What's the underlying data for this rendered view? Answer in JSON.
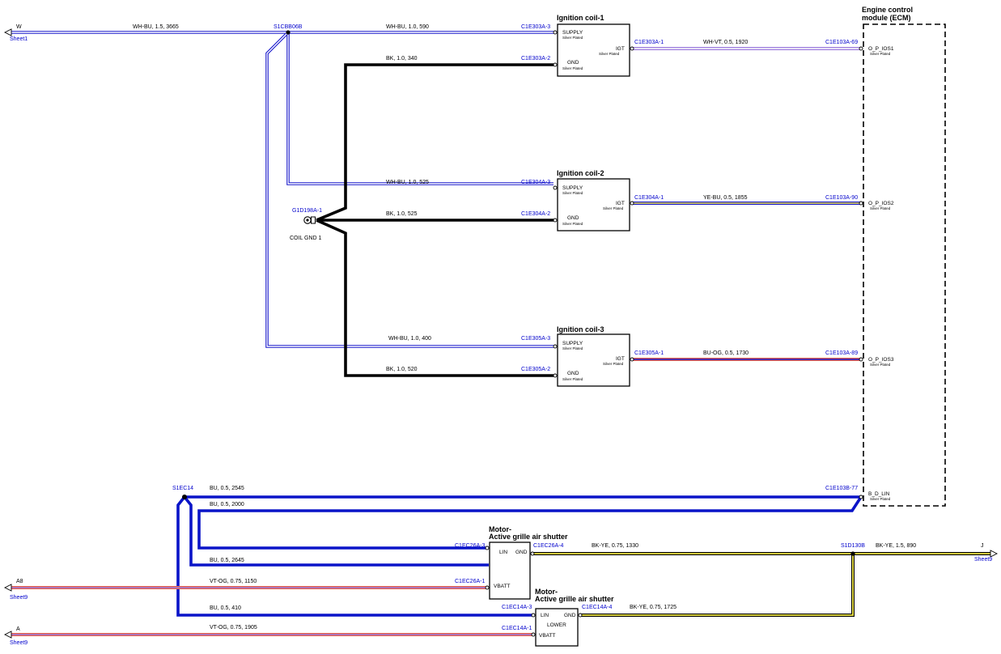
{
  "components": {
    "coil1": {
      "title": "Ignition coil-1",
      "supply": "SUPPLY",
      "supply_plating": "Silver Plated",
      "gnd": "GND",
      "gnd_plating": "Silver Plated",
      "igt": "IGT",
      "igt_plating": "Silver Plated"
    },
    "coil2": {
      "title": "Ignition coil-2",
      "supply": "SUPPLY",
      "supply_plating": "Silver Plated",
      "gnd": "GND",
      "gnd_plating": "Silver Plated",
      "igt": "IGT",
      "igt_plating": "Silver Plated"
    },
    "coil3": {
      "title": "Ignition coil-3",
      "supply": "SUPPLY",
      "supply_plating": "Silver Plated",
      "gnd": "GND",
      "gnd_plating": "Silver Plated",
      "igt": "IGT",
      "igt_plating": "Silver Plated"
    },
    "ecm": {
      "title1": "Engine control",
      "title2": "module (ECM)",
      "pin1": "O_P_IOS1",
      "pin1_plating": "Silver Plated",
      "pin2": "O_P_IOS2",
      "pin2_plating": "Silver Plated",
      "pin3": "O_P_IOS3",
      "pin3_plating": "Silver Plated",
      "pin4": "B_D_LIN",
      "pin4_plating": "Silver Plated"
    },
    "motor_upper": {
      "title1": "Motor-",
      "title2": "Active grille air shutter",
      "lin": "LIN",
      "gnd": "GND",
      "vbatt": "VBATT"
    },
    "motor_lower": {
      "title1": "Motor-",
      "title2": "Active grille air shutter",
      "lin": "LIN",
      "gnd": "GND",
      "lower": "LOWER",
      "vbatt": "VBATT"
    },
    "ground": {
      "connector": "G1D198A-1",
      "label": "COIL GND 1"
    }
  },
  "offpage": {
    "w": {
      "letter": "W",
      "sheet": "Sheet1"
    },
    "j": {
      "letter": "J",
      "sheet": "Sheet9"
    },
    "a8": {
      "letter": "A8",
      "sheet": "Sheet9"
    },
    "a": {
      "letter": "A",
      "sheet": "Sheet9"
    }
  },
  "splices": {
    "s1": "S1CBB06B",
    "s2": "S1EC14",
    "s3": "S1D130B"
  },
  "connectors": {
    "c1e303a3": "C1E303A-3",
    "c1e303a2": "C1E303A-2",
    "c1e303a1": "C1E303A-1",
    "c1e304a3": "C1E304A-3",
    "c1e304a2": "C1E304A-2",
    "c1e304a1": "C1E304A-1",
    "c1e305a3": "C1E305A-3",
    "c1e305a2": "C1E305A-2",
    "c1e305a1": "C1E305A-1",
    "c1e103a69": "C1E103A-69",
    "c1e103a90": "C1E103A-90",
    "c1e103a89": "C1E103A-89",
    "c1e103b77": "C1E103B-77",
    "c1ec26a3": "C1EC26A-3",
    "c1ec26a4": "C1EC26A-4",
    "c1ec26a1": "C1EC26A-1",
    "c1ec14a3": "C1EC14A-3",
    "c1ec14a4": "C1EC14A-4",
    "c1ec14a1": "C1EC14A-1"
  },
  "wires": {
    "w1": "WH-BU,  1.5,  3665",
    "w2": "WH-BU,  1.0,  590",
    "w3": "BK,  1.0,  340",
    "w4": "WH-VT,  0.5,  1920",
    "w5": "WH-BU,  1.0,  525",
    "w6": "BK,  1.0,  525",
    "w7": "YE-BU,  0.5,  1855",
    "w8": "WH-BU,  1.0,  400",
    "w9": "BK,  1.0,  520",
    "w10": "BU-OG,  0.5,  1730",
    "w11": "BU,  0.5,  2545",
    "w12": "BU,  0.5,  2000",
    "w13": "BK-YE,  0.75,  1330",
    "w14": "BK-YE,  1.5,  890",
    "w15": "BU,  0.5,  2645",
    "w16": "VT-OG,  0.75,  1150",
    "w17": "BU,  0.5,  410",
    "w18": "BK-YE,  0.75,  1725",
    "w19": "VT-OG,  0.75,  1905"
  },
  "colors": {
    "white_blue_outline": "#1a1acc",
    "black": "#000000",
    "blue": "#0a14c8",
    "violet": "#9a7adc",
    "orange": "#e8604a",
    "yellow": "#f0e646",
    "connector_text": "#0000cc"
  }
}
